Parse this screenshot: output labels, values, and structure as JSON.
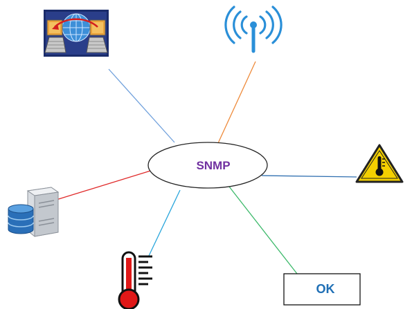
{
  "hub": {
    "label": "SNMP",
    "label_color": "#7030a0"
  },
  "status_box": {
    "label": "OK",
    "label_color": "#1f6fb5"
  },
  "links": [
    {
      "name": "link-network-computers",
      "color": "#6fa0dc"
    },
    {
      "name": "link-wireless-antenna",
      "color": "#ee8a3a"
    },
    {
      "name": "link-warning-sign",
      "color": "#2f6fb0"
    },
    {
      "name": "link-status-box",
      "color": "#3cb96a"
    },
    {
      "name": "link-thermometer",
      "color": "#2aa6dc"
    },
    {
      "name": "link-database-server",
      "color": "#e02a2a"
    }
  ],
  "icons": {
    "network_computers": "network-computers-icon",
    "wireless_antenna": "wireless-antenna-icon",
    "warning_temperature": "temperature-warning-icon",
    "thermometer": "thermometer-icon",
    "database_server": "database-server-icon"
  }
}
